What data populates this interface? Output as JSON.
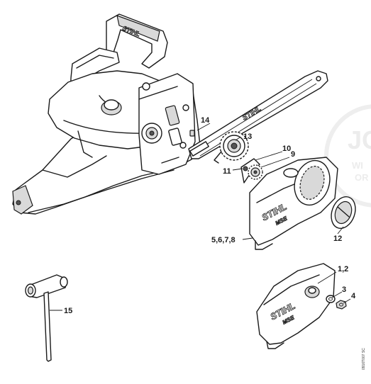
{
  "callouts": [
    {
      "id": "c14",
      "label": "14"
    },
    {
      "id": "c13",
      "label": "13"
    },
    {
      "id": "c10",
      "label": "10"
    },
    {
      "id": "c9",
      "label": "9"
    },
    {
      "id": "c11",
      "label": "11"
    },
    {
      "id": "c5678",
      "label": "5,6,7,8"
    },
    {
      "id": "c12",
      "label": "12"
    },
    {
      "id": "c12b",
      "label": "1,2"
    },
    {
      "id": "c3",
      "label": "3"
    },
    {
      "id": "c4",
      "label": "4"
    },
    {
      "id": "c15",
      "label": "15"
    }
  ],
  "branding": {
    "cover_logo": "STIHL",
    "bar_logo": "STIHL",
    "handle_logo": "STIHL",
    "cover_model": "MSE"
  },
  "watermark": {
    "main": "JO",
    "sub1": "WI",
    "sub2": "OR"
  },
  "drawing_code": "0916T007 SC"
}
